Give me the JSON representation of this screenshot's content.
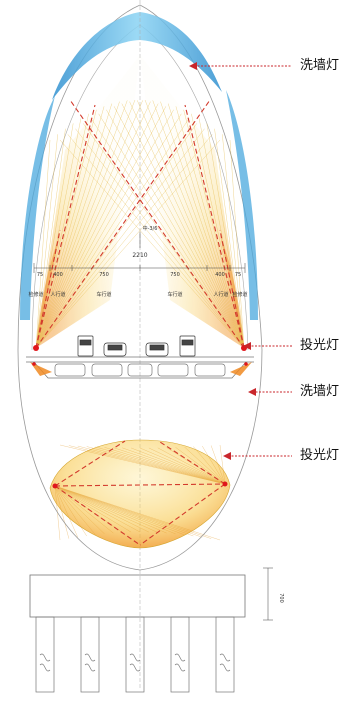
{
  "callouts": [
    {
      "id": "wash-top",
      "label": "洗墙灯"
    },
    {
      "id": "flood-upper",
      "label": "投光灯"
    },
    {
      "id": "wash-lower",
      "label": "洗墙灯"
    },
    {
      "id": "flood-lower",
      "label": "投光灯"
    }
  ],
  "dimensions": {
    "total_width": "2210",
    "center_mark": "中-3/6",
    "segments": [
      "75",
      "400",
      "750",
      "750",
      "400",
      "75"
    ],
    "pier_height": "700"
  },
  "lane_labels": [
    "检修道",
    "人行道",
    "车行道",
    "车行道",
    "人行道",
    "检修道"
  ],
  "colors": {
    "wash_light": "#5bb8e6",
    "flood_beam": "#f2c230",
    "beam_line": "#d33a2c",
    "lamp": "#e0161b",
    "structure": "#888888"
  }
}
